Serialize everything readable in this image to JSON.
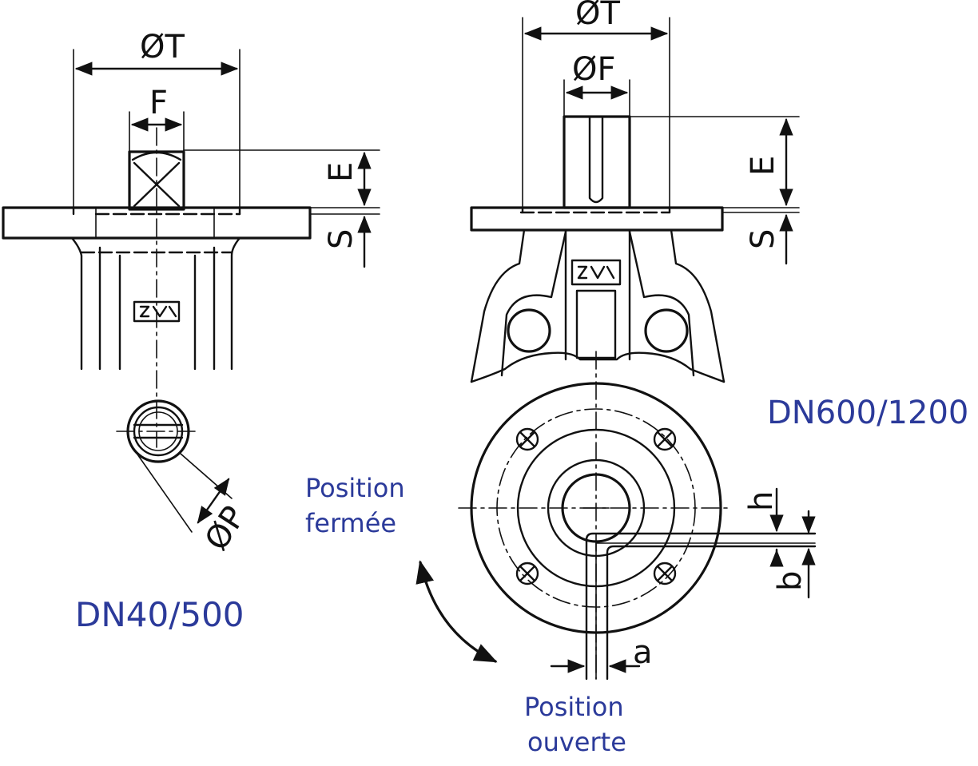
{
  "left_view": {
    "label": "DN40/500",
    "dims": {
      "T": "ØT",
      "F": "F",
      "E": "E",
      "S": "S",
      "P": "ØP"
    }
  },
  "right_view": {
    "label": "DN600/1200",
    "dims": {
      "T": "ØT",
      "F": "ØF",
      "E": "E",
      "S": "S",
      "h": "h",
      "b": "b",
      "a": "a"
    },
    "position_closed": [
      "Position",
      "fermée"
    ],
    "position_open": [
      "Position",
      "ouverte"
    ]
  },
  "colors": {
    "line": "#111111",
    "label": "#2b3a9a"
  }
}
